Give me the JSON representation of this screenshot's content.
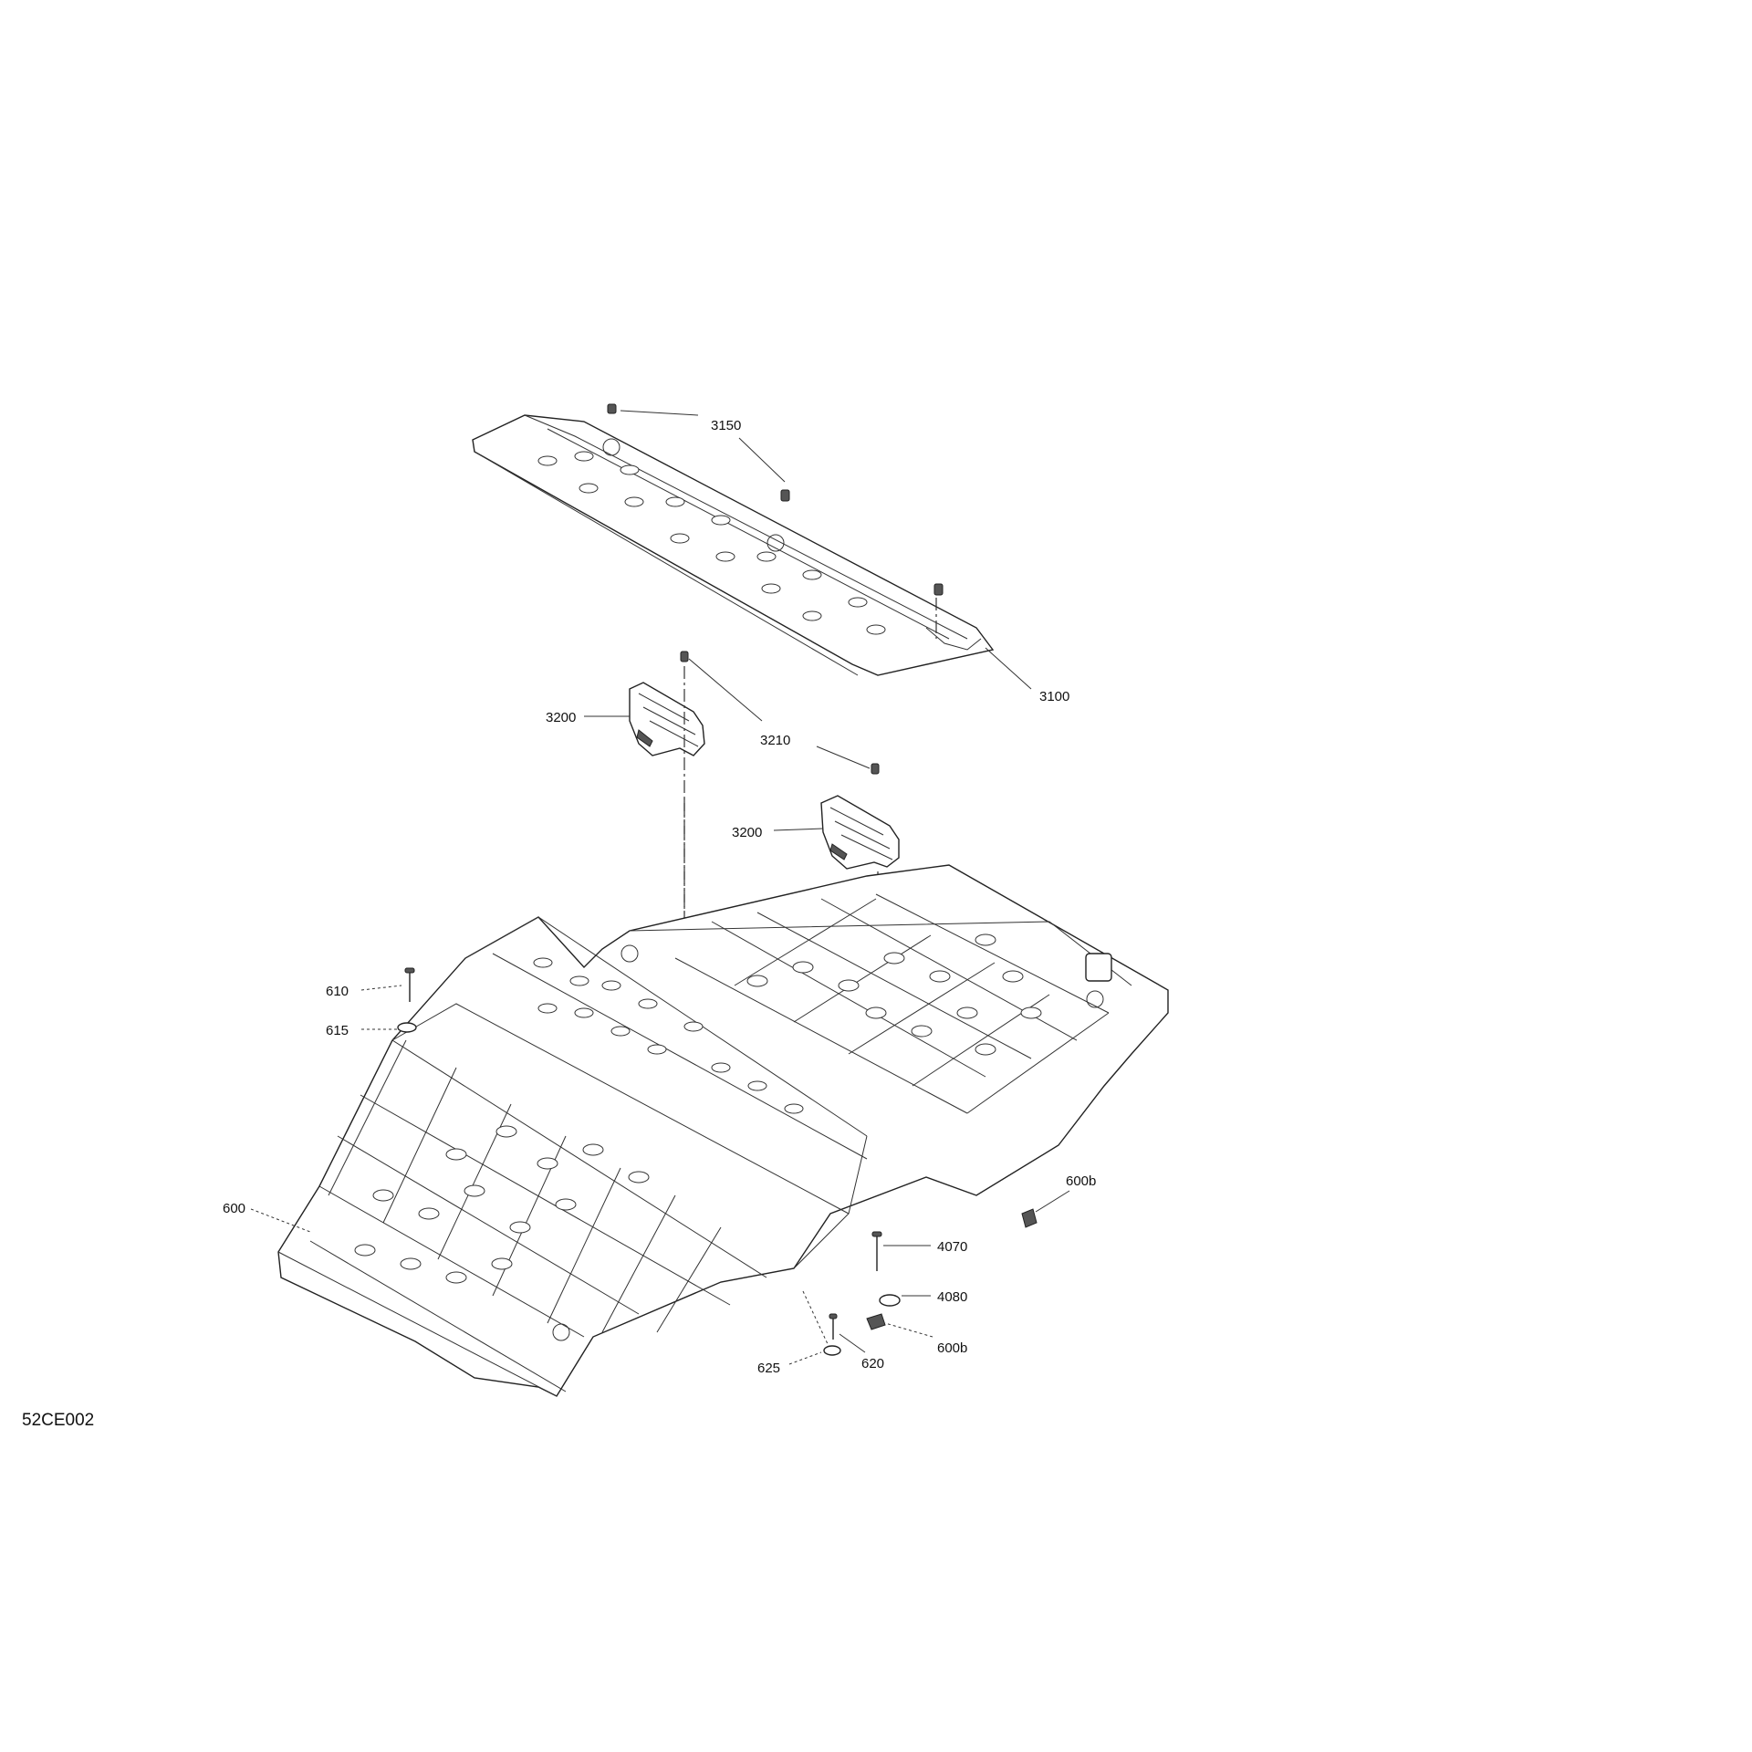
{
  "diagram_id": "52CE002",
  "callouts": {
    "p3150": "3150",
    "p3100": "3100",
    "p3200a": "3200",
    "p3210": "3210",
    "p3200b": "3200",
    "p610": "610",
    "p615": "615",
    "p600": "600",
    "p600b_upper": "600b",
    "p4070": "4070",
    "p4080": "4080",
    "p600b_lower": "600b",
    "p620": "620",
    "p625": "625"
  }
}
